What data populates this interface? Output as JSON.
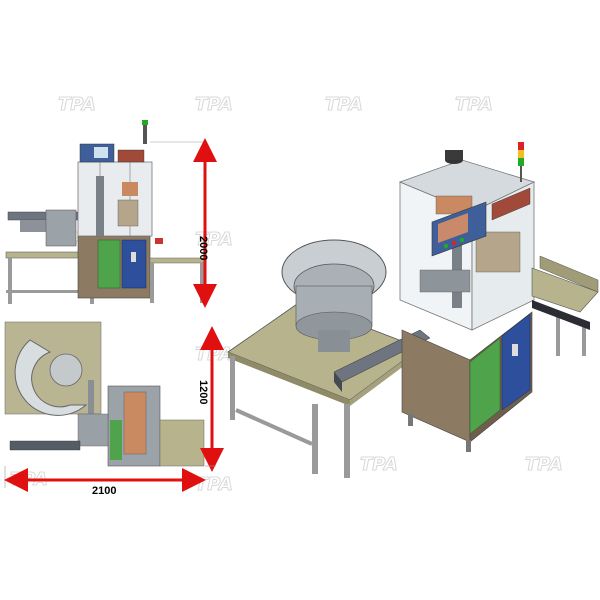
{
  "dimensions": {
    "height": "2000",
    "depth": "1200",
    "width": "2100"
  },
  "watermark": "TPA",
  "colors": {
    "dimension_arrow": "#e01010",
    "frame": "#8a8a8a",
    "table_top": "#b7b38c",
    "green_panel": "#4fa34a",
    "blue_panel": "#2e4f9c",
    "brown_panel": "#8c7a62",
    "copper": "#c98a62"
  }
}
